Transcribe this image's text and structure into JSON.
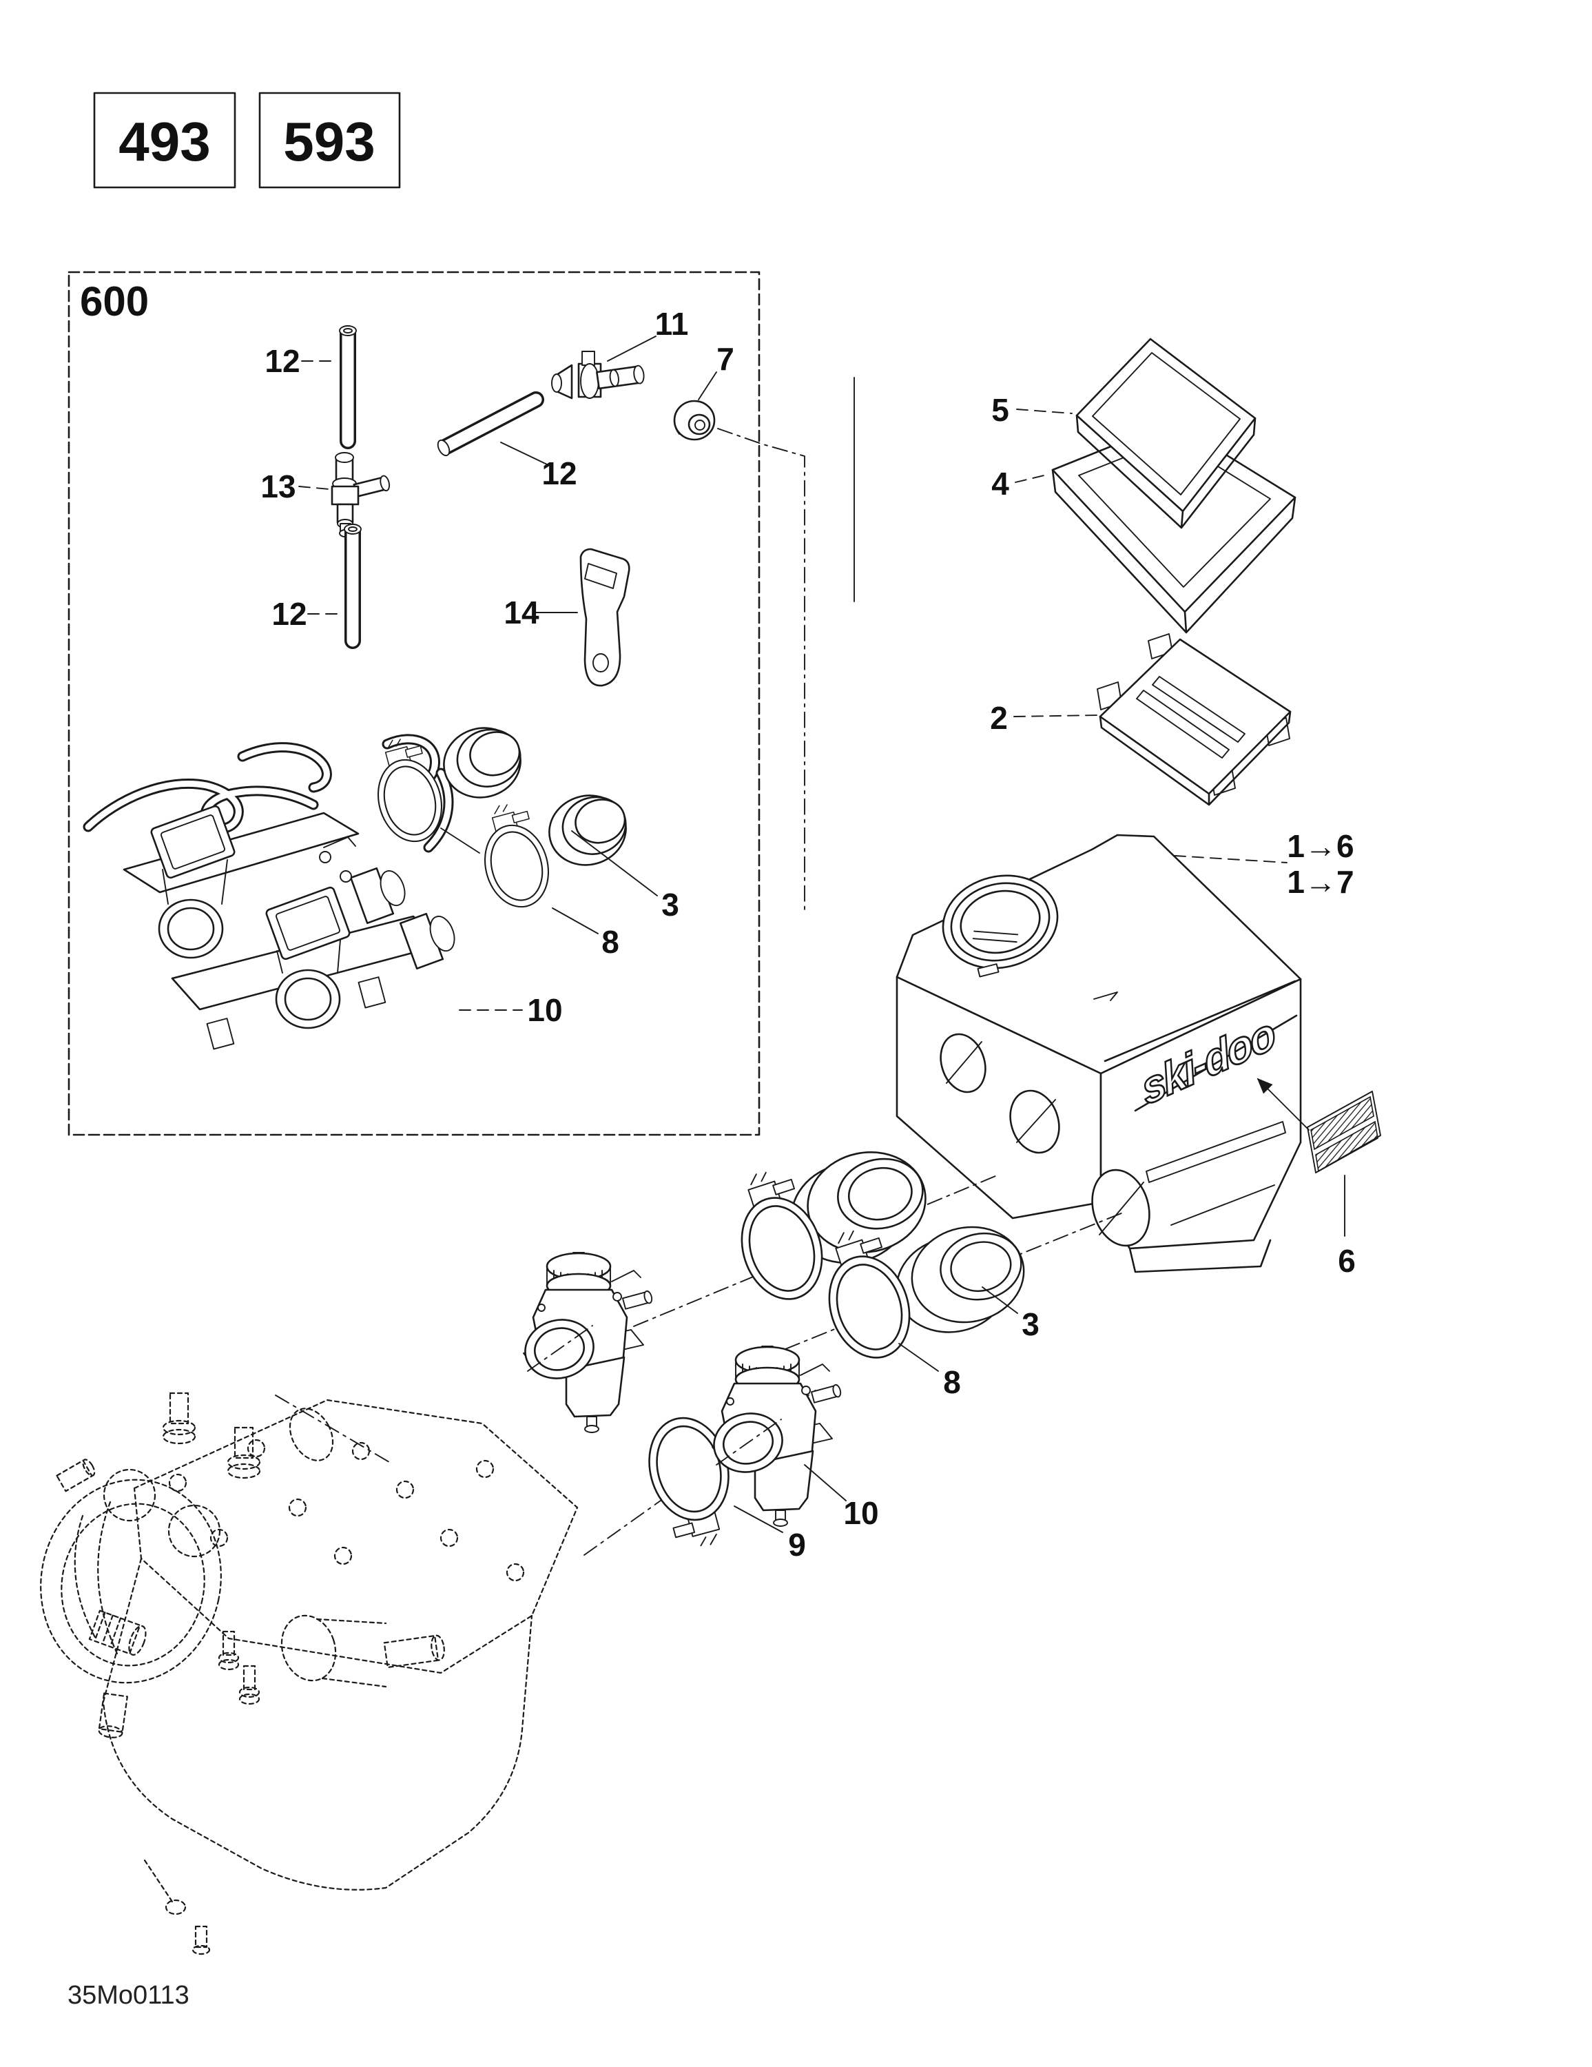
{
  "page": {
    "background": "#ffffff",
    "ink": "#1a1a1a",
    "code": "35Mo0113"
  },
  "badges": [
    {
      "label": "493"
    },
    {
      "label": "593"
    }
  ],
  "inset": {
    "title": "600",
    "callouts": [
      {
        "part": "vent-tube-upper",
        "label": "12"
      },
      {
        "part": "tee-fitting-cross",
        "label": "13"
      },
      {
        "part": "vent-tube-middle",
        "label": "12"
      },
      {
        "part": "tee-fitting-elbow",
        "label": "11"
      },
      {
        "part": "grommet",
        "label": "7"
      },
      {
        "part": "vent-tube-lower",
        "label": "12"
      },
      {
        "part": "retaining-strap",
        "label": "14"
      },
      {
        "part": "adapter-sleeve",
        "label": "3"
      },
      {
        "part": "hose-clamp",
        "label": "8"
      },
      {
        "part": "carburetor-assembly",
        "label": "10"
      }
    ]
  },
  "main": {
    "logo": "ski-doo",
    "callouts": [
      {
        "part": "air-filter",
        "label": "5"
      },
      {
        "part": "filter-support",
        "label": "4"
      },
      {
        "part": "cover-plate",
        "label": "2"
      },
      {
        "part": "ref-1-to-6",
        "label": "1→6"
      },
      {
        "part": "ref-1-to-7",
        "label": "1→7"
      },
      {
        "part": "decal",
        "label": "6"
      },
      {
        "part": "intake-sleeve",
        "label": "3"
      },
      {
        "part": "clamp-front",
        "label": "8"
      },
      {
        "part": "carburetor",
        "label": "10"
      },
      {
        "part": "clamp-rear",
        "label": "9"
      }
    ]
  }
}
